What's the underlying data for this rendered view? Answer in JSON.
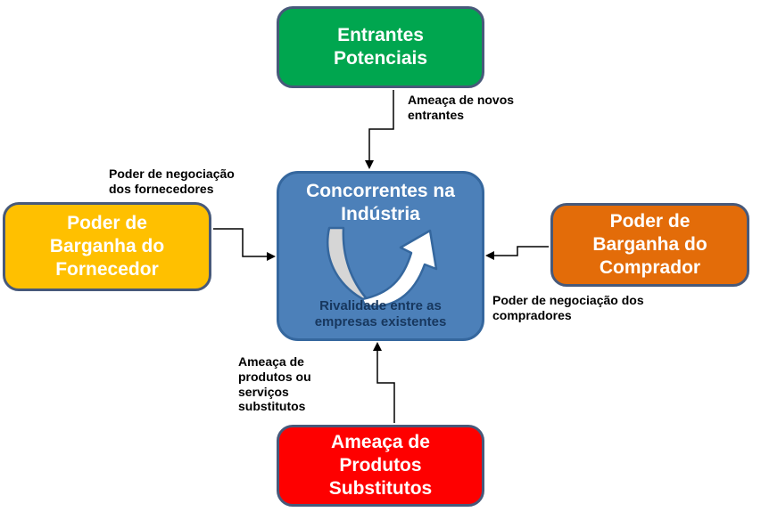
{
  "boxes": {
    "entrants": {
      "label": "Entrantes\nPotenciais"
    },
    "supplier": {
      "label": "Poder de\nBarganha do\nFornecedor"
    },
    "buyer": {
      "label": "Poder de\nBarganha do\nComprador"
    },
    "substitutes": {
      "label": "Ameaça de\nProdutos\nSubstitutos"
    },
    "center": {
      "title": "Concorrentes na\nIndústria",
      "subtitle": "Rivalidade entre as\nempresas existentes"
    }
  },
  "connector_labels": {
    "entrants": "Ameaça de novos\nentrantes",
    "supplier": "Poder de negociação\ndos fornecedores",
    "buyer": "Poder de negociação dos\ncompradores",
    "substitutes": "Ameaça de\nprodutos ou\nserviços\nsubstitutos"
  },
  "colors": {
    "entrants_fill": "#00A64F",
    "supplier_fill": "#FFC000",
    "buyer_fill": "#E36C09",
    "substitutes_fill": "#FE0000",
    "center_fill": "#4C80B9",
    "center_border": "#35679E",
    "outer_border": "#47597A",
    "connector_line": "#000000",
    "subtitle_text": "#17375E",
    "swoosh_gray": "#D6D6D6"
  }
}
